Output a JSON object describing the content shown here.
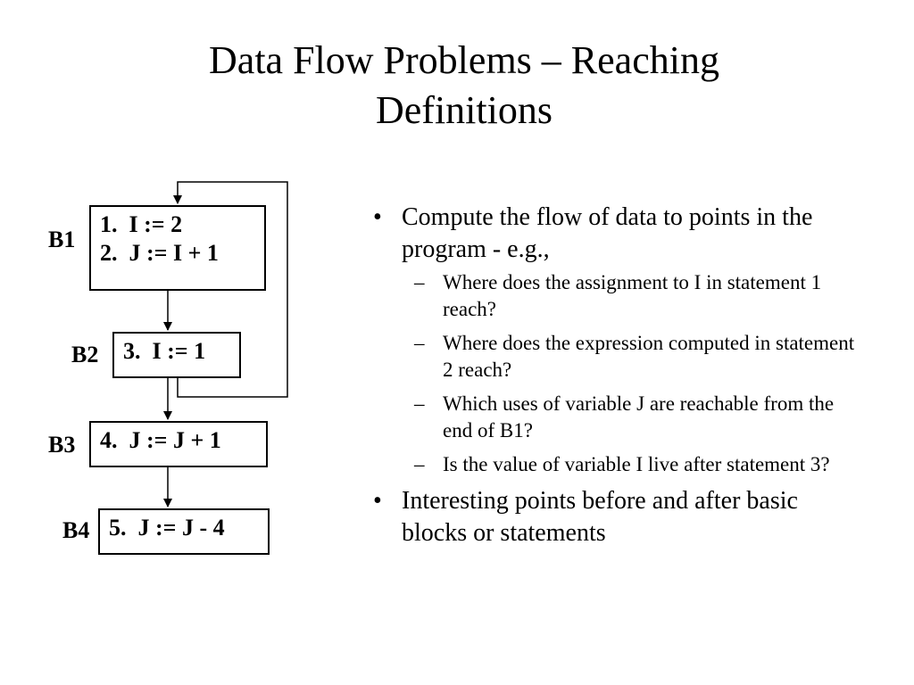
{
  "title": {
    "line1": "Data Flow Problems – Reaching",
    "line2": "Definitions"
  },
  "flow_diagram": {
    "blocks": [
      {
        "label": "B1",
        "statements": [
          "1.  I := 2",
          "2.  J := I + 1"
        ]
      },
      {
        "label": "B2",
        "statements": [
          "3.  I := 1"
        ]
      },
      {
        "label": "B3",
        "statements": [
          "4.  J := J + 1"
        ]
      },
      {
        "label": "B4",
        "statements": [
          "5.  J := J - 4"
        ]
      }
    ]
  },
  "bullets": [
    {
      "marker": "•",
      "text": "Compute the flow of data to points in the program - e.g.,",
      "subitems": [
        {
          "marker": "–",
          "text": "Where does the assignment to I in statement 1 reach?"
        },
        {
          "marker": "–",
          "text": "Where does the expression computed in statement 2 reach?"
        },
        {
          "marker": "–",
          "text": "Which uses of variable J are reachable from the end of B1?"
        },
        {
          "marker": "–",
          "text": "Is the value of variable I live after statement 3?"
        }
      ]
    },
    {
      "marker": "•",
      "text": "Interesting points before and after basic blocks or statements",
      "subitems": []
    }
  ]
}
